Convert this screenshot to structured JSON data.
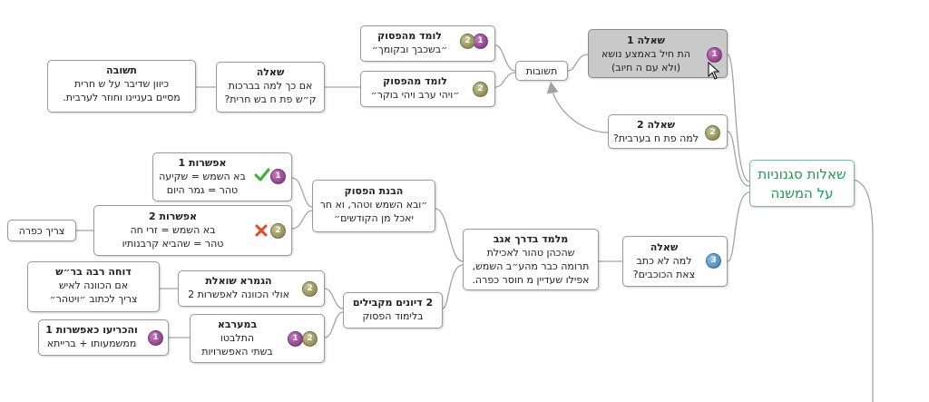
{
  "root": {
    "lines": [
      "שאלות סגנוניות",
      "על המשנה"
    ]
  },
  "q1": {
    "title": "שאלה 1",
    "lines": [
      "הת חיל באמצע נושא",
      "(ולא עם ה חיוב)"
    ]
  },
  "answers": {
    "label": "תשובות"
  },
  "learn_verse_1": {
    "title": "לומד מהפסוק",
    "line": "״בשכבך ובקומך״"
  },
  "learn_verse_2": {
    "title": "לומד מהפסוק",
    "line": "״ויהי ערב ויהי בוקר״"
  },
  "question_small": {
    "title": "שאלה",
    "lines": [
      "אם כך למה בברכות",
      "ק״ש פת ח בש חרית?"
    ]
  },
  "answer": {
    "title": "תשובה",
    "lines": [
      "כיוון שדיבר על ש חרית",
      "מסיים בעניינו וחוזר לערבית."
    ]
  },
  "q2": {
    "title": "שאלה 2",
    "line": "למה פת ח בערבית?"
  },
  "q3": {
    "title": "שאלה",
    "lines": [
      "למה לא כתב",
      "צאת הכוכבים?"
    ]
  },
  "teaches": {
    "title": "מלמד בדרך אגב",
    "lines": [
      "שהכהן טהור לאכילת",
      "תרומה כבר מהע״ב השמש,",
      "אפילו שעדיין מ חוסר כפרה."
    ]
  },
  "understanding": {
    "title": "הבנת הפסוק",
    "lines": [
      "״ובא השמש וטהר, וא חר",
      "יאכל מן הקודשים״"
    ]
  },
  "option1": {
    "title": "אפשרות 1",
    "lines": [
      "בא השמש = שקיעה",
      "טהר = גמר היום"
    ]
  },
  "option2": {
    "title": "אפשרות 2",
    "lines": [
      "בא השמש = זרי חה",
      "טהר = שהביא קרבנותיו"
    ]
  },
  "needs_atonement": {
    "label": "צריך כפרה"
  },
  "two_discussions": {
    "title": "2 דיונים מקבילים",
    "line": "בלימוד הפסוק"
  },
  "gemara_asks": {
    "title": "הגמרא שואלת",
    "line": "אולי הכוונה לאפשרות 2"
  },
  "rabbah_rejects": {
    "title": "דוחה רבה בר״ש",
    "lines": [
      "אם הכוונה לאיש",
      "צריך לכתוב ״ויטהר״"
    ]
  },
  "in_west": {
    "title": "במערבא",
    "lines": [
      "התלבטו",
      "בשתי האפשרויות"
    ]
  },
  "decided": {
    "title": "והכריעו כאפשרות 1",
    "line": "ממשמעותו + ברייתא"
  },
  "colors": {
    "root_text": "#1e9a52",
    "selected_bg": "#c9c9c9",
    "connector": "#a3a3a3",
    "badge_purple": "#8e3a8a",
    "badge_olive": "#8f8c52",
    "badge_blue": "#4a88bd",
    "check": "#3fae32",
    "cross": "#e04a2a"
  },
  "badges": {
    "q1": "1",
    "q2": "2",
    "q3": "3",
    "learn1_a": "1",
    "learn1_b": "2",
    "learn2": "2",
    "opt1": "1",
    "opt2": "2",
    "gemara": "2",
    "in_west_a": "2",
    "in_west_b": "1",
    "decided": "1"
  },
  "icons": {
    "cursor": "mouse-pointer-icon",
    "check": "check-icon",
    "cross": "cross-icon"
  }
}
